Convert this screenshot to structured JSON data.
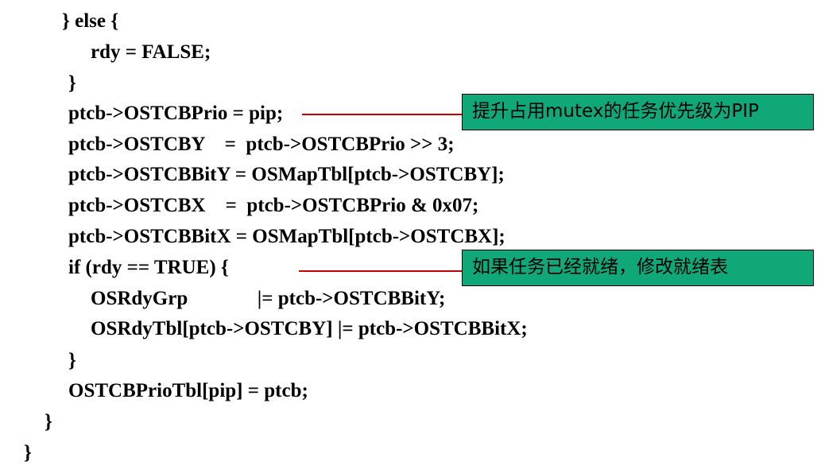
{
  "code_lines": [
    "} else {",
    "rdy = FALSE;",
    "}",
    "ptcb->OSTCBPrio = pip;",
    "ptcb->OSTCBY    =  ptcb->OSTCBPrio >> 3;",
    "ptcb->OSTCBBitY = OSMapTbl[ptcb->OSTCBY];",
    "ptcb->OSTCBX    =  ptcb->OSTCBPrio & 0x07;",
    "ptcb->OSTCBBitX = OSMapTbl[ptcb->OSTCBX];",
    "if (rdy == TRUE) {",
    "OSRdyGrp              |= ptcb->OSTCBBitY;",
    "OSRdyTbl[ptcb->OSTCBY] |= ptcb->OSTCBBitX;",
    "}",
    "OSTCBPrioTbl[pip] = ptcb;",
    "}",
    "}"
  ],
  "annotations": {
    "raise_priority": "提升占用mutex的任务优先级为PIP",
    "update_ready_table": "如果任务已经就绪，修改就绪表"
  },
  "colors": {
    "callout_fill": "#10a878",
    "connector_line": "#c00000"
  }
}
